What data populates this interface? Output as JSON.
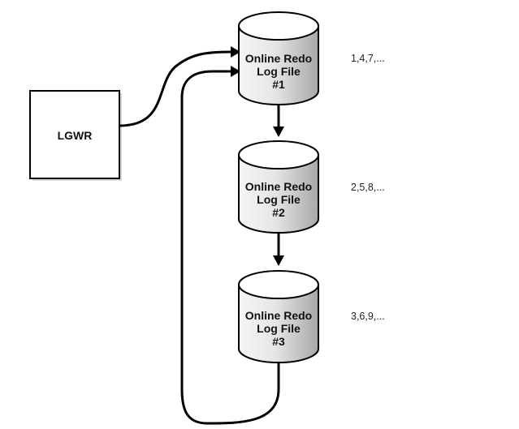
{
  "process": {
    "label": "LGWR"
  },
  "log_files": [
    {
      "line1": "Online Redo",
      "line2": "Log File",
      "line3": "#1",
      "sequence": "1,4,7,..."
    },
    {
      "line1": "Online Redo",
      "line2": "Log File",
      "line3": "#2",
      "sequence": "2,5,8,..."
    },
    {
      "line1": "Online Redo",
      "line2": "Log File",
      "line3": "#3",
      "sequence": "3,6,9,..."
    }
  ],
  "colors": {
    "cylinder_top": "#ffffff",
    "cylinder_body_light": "#f5f5f5",
    "cylinder_body_dark": "#a8a8a8",
    "stroke": "#000000",
    "shadow": "#d9d9d9"
  }
}
